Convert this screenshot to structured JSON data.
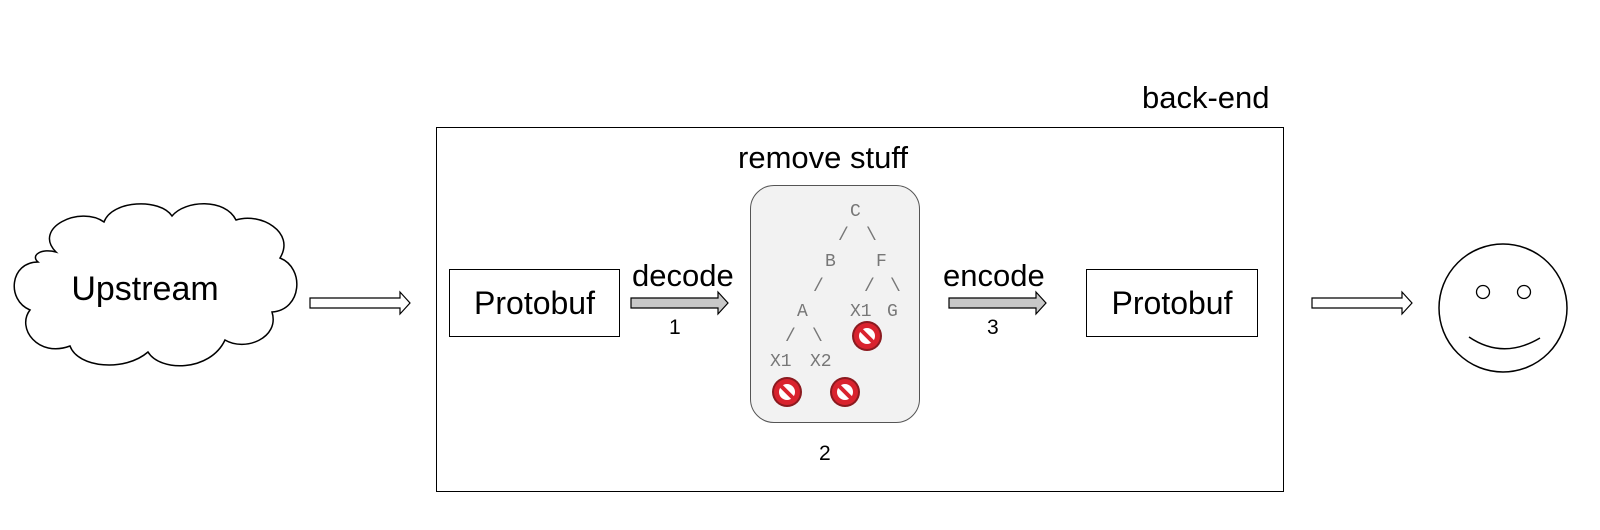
{
  "upstream": {
    "label": "Upstream",
    "icon": "cloud-icon"
  },
  "backend": {
    "title": "back-end",
    "left_box_label": "Protobuf",
    "right_box_label": "Protobuf",
    "remove_title": "remove stuff",
    "decode_label": "decode",
    "encode_label": "encode",
    "step_decode": "1",
    "step_remove": "2",
    "step_encode": "3"
  },
  "tree": {
    "nodes": [
      {
        "id": "C",
        "label": "C"
      },
      {
        "id": "B",
        "label": "B"
      },
      {
        "id": "F",
        "label": "F"
      },
      {
        "id": "A",
        "label": "A"
      },
      {
        "id": "X1_right",
        "label": "X1"
      },
      {
        "id": "G",
        "label": "G"
      },
      {
        "id": "X1_left",
        "label": "X1"
      },
      {
        "id": "X2",
        "label": "X2"
      }
    ],
    "edges": [
      "/",
      "\\",
      "/",
      "/",
      "\\",
      "/",
      "\\"
    ],
    "removed_nodes": [
      "X1_right",
      "X1_left",
      "X2"
    ],
    "removed_icon": "no-entry-icon",
    "removed_color": "#d9232e"
  },
  "consumer": {
    "icon": "smiley-face-icon"
  },
  "arrows": {
    "fill_color": "#c8c8c8"
  }
}
